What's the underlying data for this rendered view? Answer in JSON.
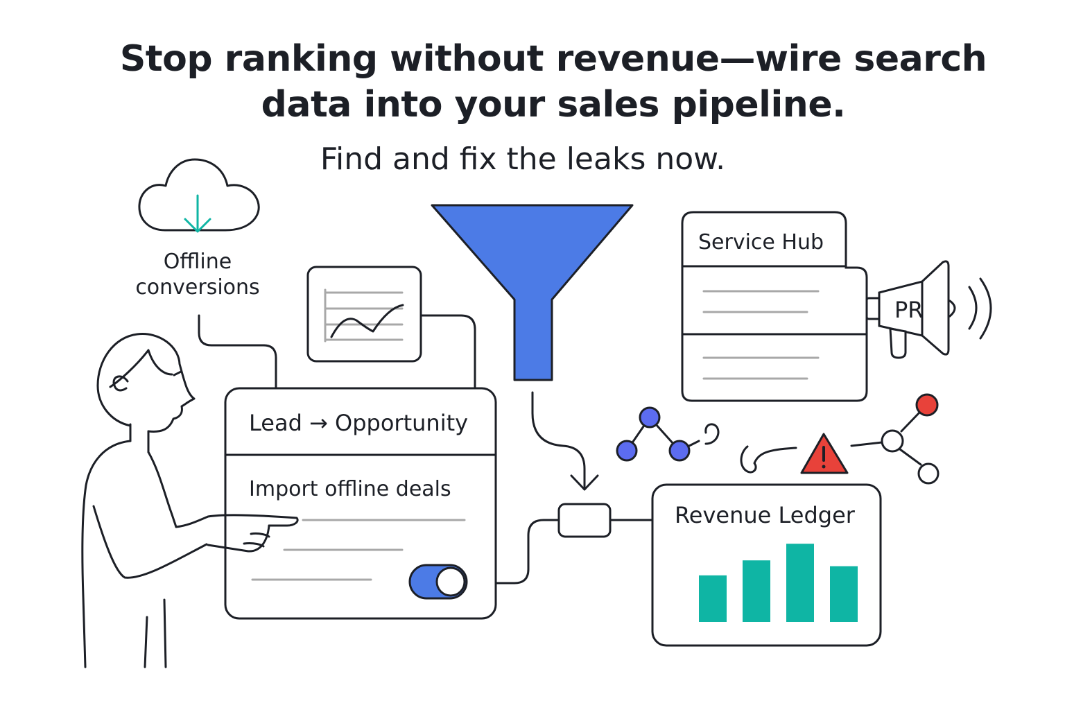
{
  "headline": {
    "line1": "Stop ranking without revenue—wire search",
    "line2": "data into your sales pipeline."
  },
  "subhead": "Find and fix the leaks now.",
  "cloud": {
    "icon": "cloud-download-icon",
    "label_line1": "Offline",
    "label_line2": "conversions"
  },
  "chart_card": {
    "icon": "line-chart-icon"
  },
  "funnel": {
    "icon": "funnel-icon",
    "color": "#4c7be6"
  },
  "lead_card": {
    "title": "Lead → Opportunity",
    "action": "Import offline deals",
    "toggle_on": true
  },
  "service_hub": {
    "title": "Service Hub"
  },
  "megaphone": {
    "icon": "megaphone-icon",
    "label": "PR"
  },
  "revenue_ledger": {
    "title": "Revenue Ledger",
    "bar_color": "#0fb5a4",
    "bars": [
      0.56,
      0.74,
      0.94,
      0.67
    ]
  },
  "warning": {
    "icon": "warning-icon",
    "color": "#e8423a"
  },
  "colors": {
    "accent_blue": "#4c7be6",
    "node_blue": "#5c6cf0",
    "alert_red": "#e8423a",
    "teal": "#0fb5a4",
    "ink": "#1c1f26"
  }
}
